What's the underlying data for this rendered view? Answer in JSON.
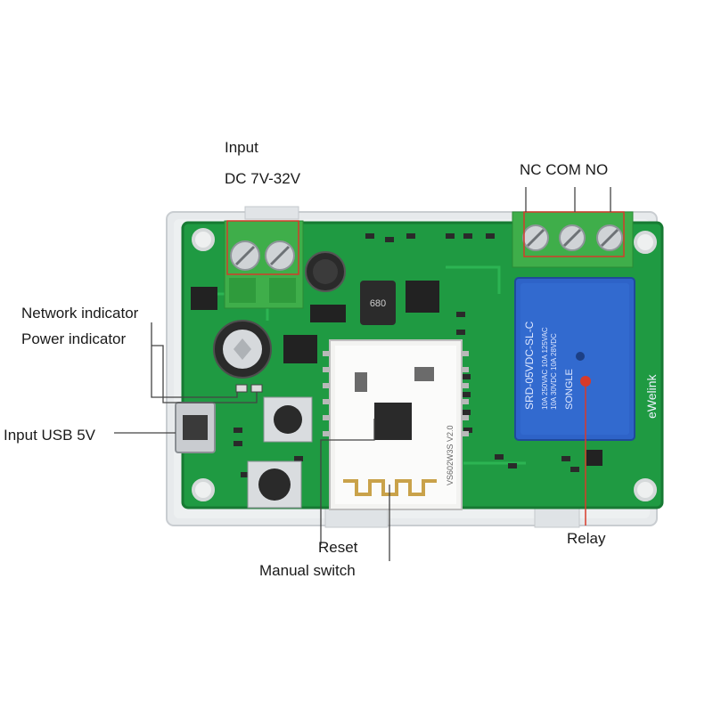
{
  "labels": {
    "input_title": "Input",
    "input_voltage": "DC 7V-32V",
    "nc_com_no": "NC COM NO",
    "network_indicator": "Network indicator",
    "power_indicator": "Power indicator",
    "input_usb": "Input USB 5V",
    "reset": "Reset",
    "manual_switch": "Manual switch",
    "relay": "Relay"
  },
  "board_print": {
    "module_id": "VS602W3S V2.0",
    "inductor": "680",
    "relay_model": "SRD-05VDC-SL-C",
    "relay_rating_1": "10A 250VAC 10A 125VAC",
    "relay_rating_2": "10A 30VDC 10A 28VDC",
    "relay_brand": "SONGLE",
    "brand": "eWelink"
  },
  "colors": {
    "pcb": "#1f9a42",
    "pcb_dark": "#177a33",
    "terminal": "#3fae4a",
    "relay": "#2e63c8",
    "highlight_box": "#d43b2a",
    "callout_line": "#d83a2a"
  }
}
